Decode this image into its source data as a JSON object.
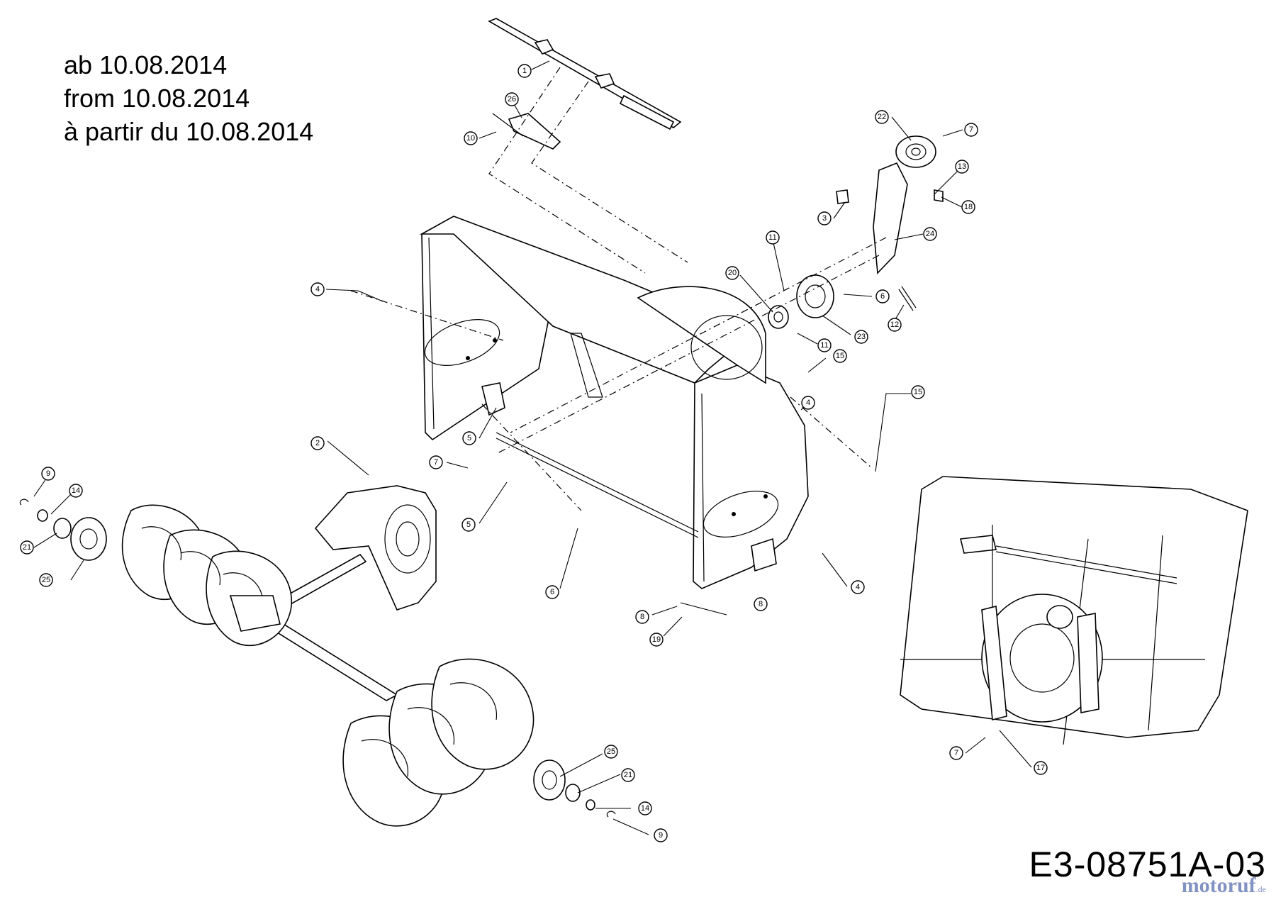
{
  "header": {
    "line1": "ab 10.08.2014",
    "line2": "from 10.08.2014",
    "line3": "à partir du 10.08.2014"
  },
  "drawing_code": "E3-08751A-03",
  "watermark": {
    "text": "motoruf",
    "suffix": ".de"
  },
  "callouts": [
    "1",
    "26",
    "10",
    "22",
    "7",
    "13",
    "18",
    "3",
    "24",
    "11",
    "20",
    "6",
    "12",
    "23",
    "11",
    "15",
    "4",
    "15",
    "4",
    "2",
    "7",
    "5",
    "5",
    "6",
    "4",
    "8",
    "8",
    "19",
    "9",
    "14",
    "21",
    "25",
    "25",
    "21",
    "14",
    "9",
    "7",
    "17"
  ]
}
